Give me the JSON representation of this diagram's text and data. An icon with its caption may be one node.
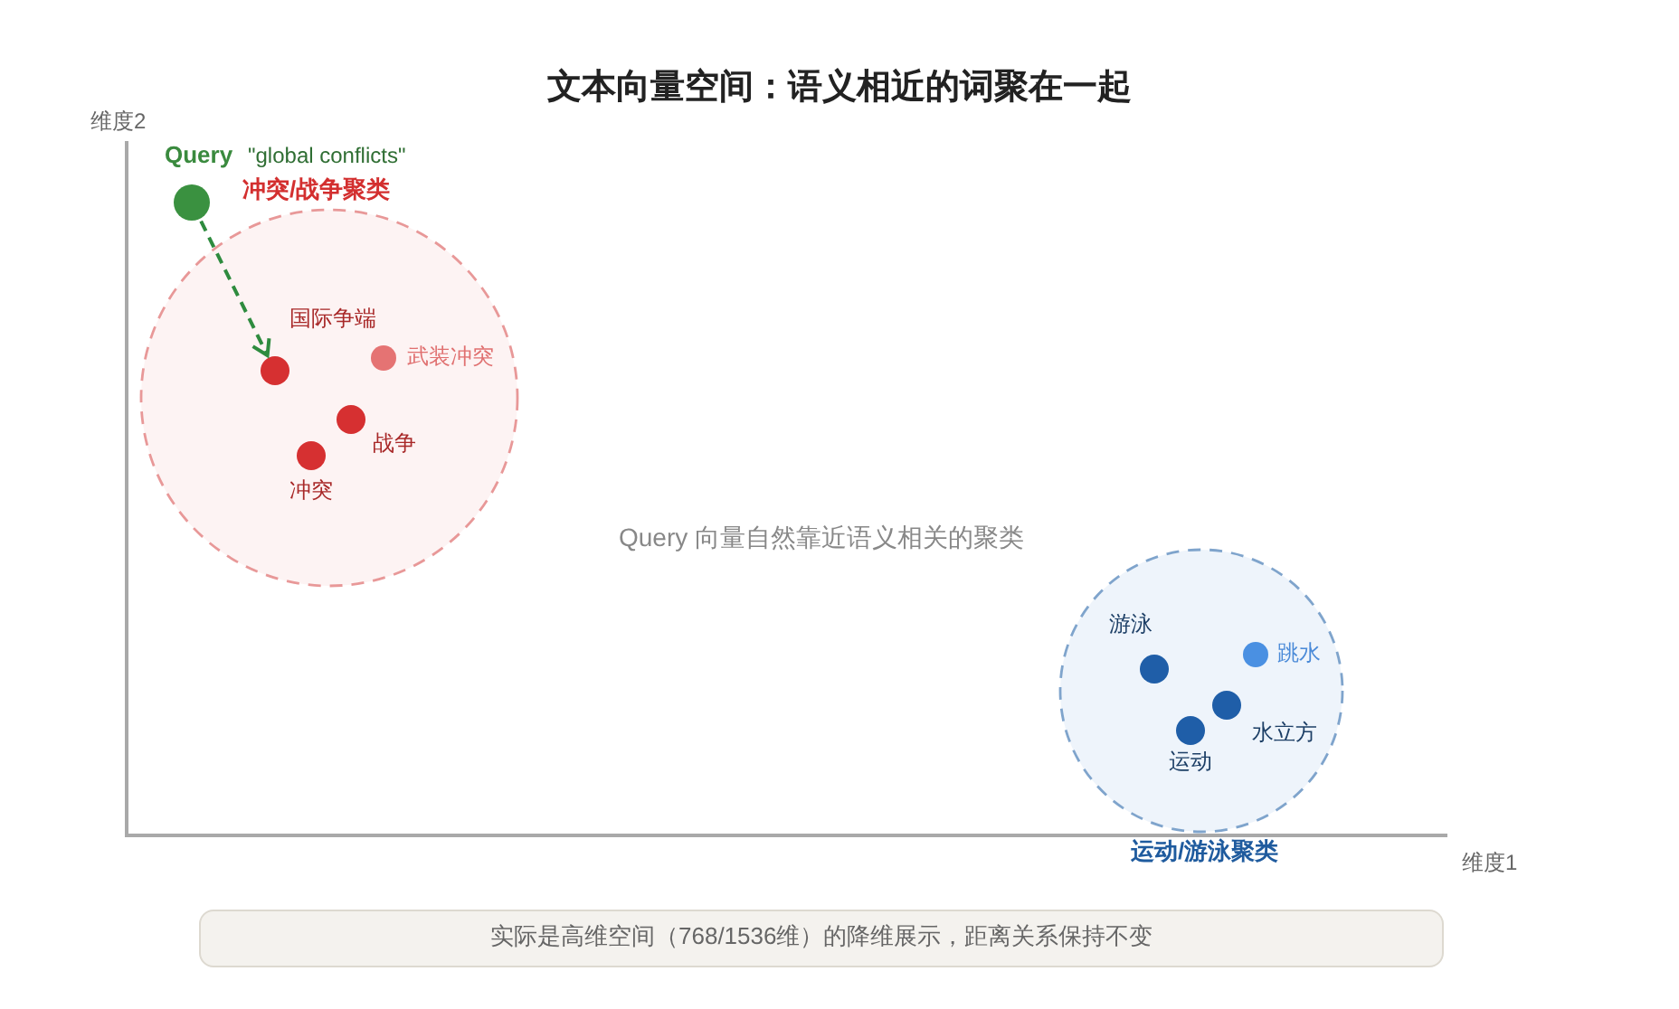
{
  "diagram": {
    "title": "文本向量空间：语义相近的词聚在一起",
    "caption": "实际是高维空间（768/1536维）的降维展示，距离关系保持不变",
    "nodes": [
      {
        "text": [
          "Query",
          "\"global conflicts\""
        ]
      },
      {
        "text": [
          "冲突/战争聚类"
        ]
      },
      {
        "text": [
          "国际争端"
        ],
        "in": 1
      },
      {
        "text": [
          "武装冲突"
        ],
        "in": 1
      },
      {
        "text": [
          "战争"
        ],
        "in": 1
      },
      {
        "text": [
          "冲突"
        ],
        "in": 1
      },
      {
        "text": [
          "运动/游泳聚类"
        ]
      },
      {
        "text": [
          "游泳"
        ],
        "in": 6
      },
      {
        "text": [
          "跳水"
        ],
        "in": 6
      },
      {
        "text": [
          "水立方"
        ],
        "in": 6
      },
      {
        "text": [
          "运动"
        ],
        "in": 6
      }
    ],
    "edges": [
      {
        "from": 0,
        "to": 2,
        "arrow": "to",
        "style": "dashed",
        "color": "#2e8b3e"
      }
    ],
    "labels": [
      "维度2",
      "Query 向量自然靠近语义相关的聚类",
      "维度1"
    ]
  }
}
